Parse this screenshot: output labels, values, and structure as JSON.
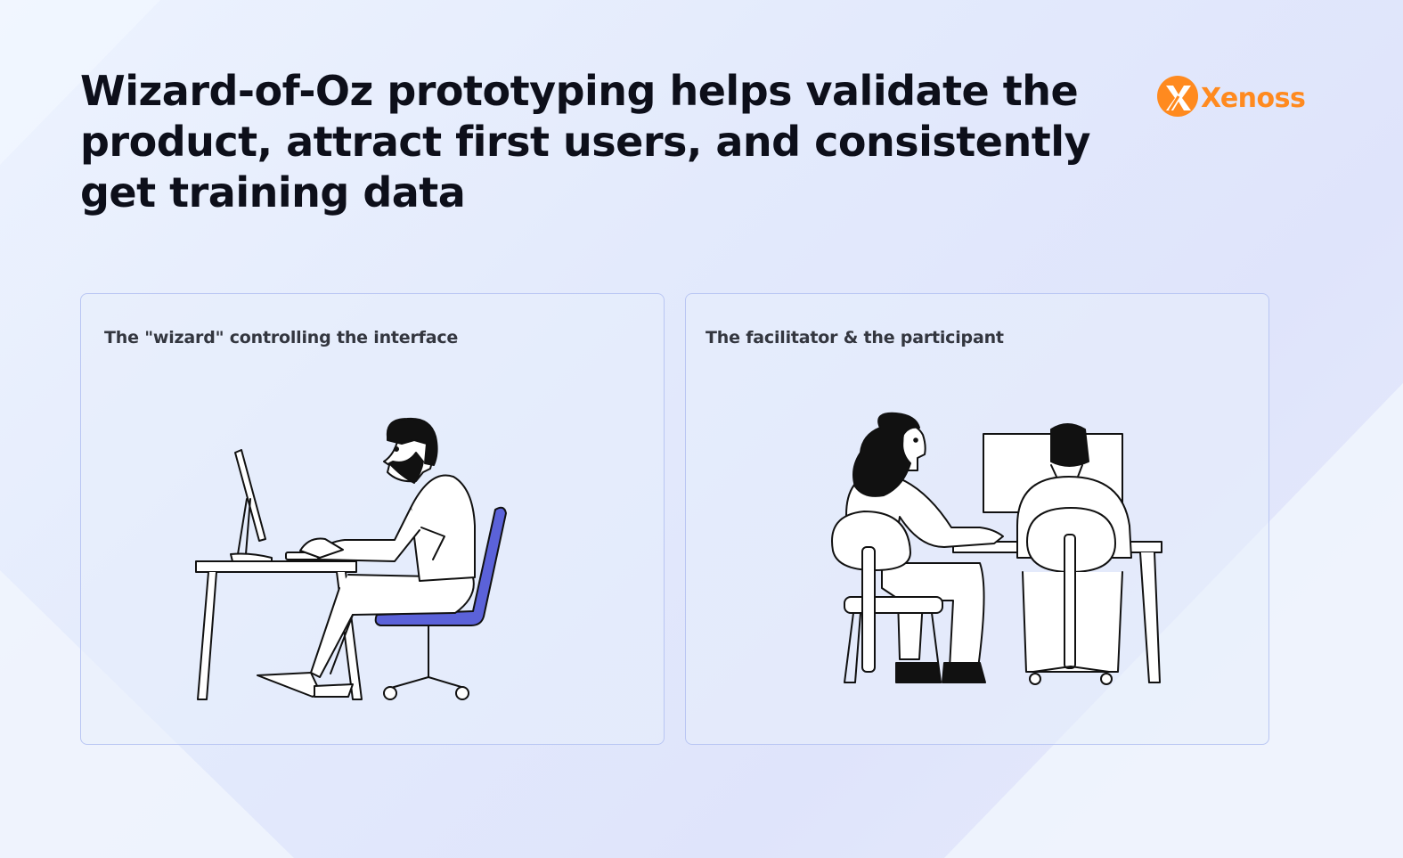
{
  "title": "Wizard-of-Oz prototyping helps validate the product, attract first users, and consistently get training data",
  "logo": {
    "text": "Xenoss",
    "color": "#ff8a1f",
    "icon": "xenoss-logo-icon"
  },
  "cards": [
    {
      "caption": "The \"wizard\" controlling the interface",
      "illustration": "person-at-computer-illustration",
      "accent": "#5b62d9"
    },
    {
      "caption": "The facilitator & the participant",
      "illustration": "facilitator-and-participant-illustration"
    }
  ]
}
